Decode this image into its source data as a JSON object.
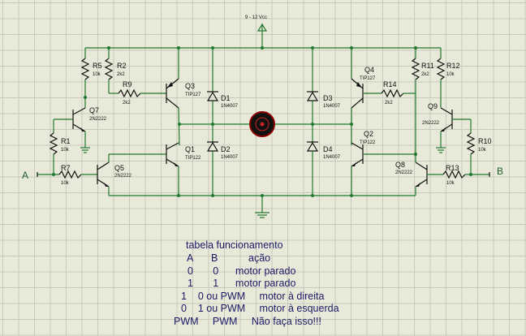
{
  "supply": {
    "label": "9 - 12 Vcc"
  },
  "inputs": {
    "a": "A",
    "b": "B"
  },
  "components": {
    "r5": {
      "name": "R5",
      "value": "10k"
    },
    "r2": {
      "name": "R2",
      "value": "2k2"
    },
    "r9": {
      "name": "R9",
      "value": "2k2"
    },
    "q3": {
      "name": "Q3",
      "part": "TIP127"
    },
    "d1": {
      "name": "D1",
      "part": "1N4007"
    },
    "q7": {
      "name": "Q7",
      "part": "2N2222"
    },
    "r1": {
      "name": "R1",
      "value": "10k"
    },
    "q1": {
      "name": "Q1",
      "part": "TIP122"
    },
    "d2": {
      "name": "D2",
      "part": "1N4007"
    },
    "r7": {
      "name": "R7",
      "value": "10k"
    },
    "q5": {
      "name": "Q5",
      "part": "2N2222"
    },
    "d3": {
      "name": "D3",
      "part": "1N4007"
    },
    "q4": {
      "name": "Q4",
      "part": "TIP127"
    },
    "r11": {
      "name": "R11",
      "value": "2k2"
    },
    "r12": {
      "name": "R12",
      "value": "10k"
    },
    "r14": {
      "name": "R14",
      "value": "2k2"
    },
    "q9": {
      "name": "Q9",
      "part": "2N2222"
    },
    "q2": {
      "name": "Q2",
      "part": "TIP122"
    },
    "d4": {
      "name": "D4",
      "part": "1N4007"
    },
    "r10": {
      "name": "R10",
      "value": "10k"
    },
    "q8": {
      "name": "Q8",
      "part": "2N2222"
    },
    "r13": {
      "name": "R13",
      "value": "10k"
    }
  },
  "table": {
    "title": "tabela funcionamento",
    "header": [
      "A",
      "B",
      "ação"
    ],
    "rows": [
      "0       0      motor parado",
      "1       1      motor parado",
      "1    0 ou PWM     motor à direita",
      "0    1 ou PWM     motor à esquerda",
      "PWM     PWM     Não faça isso!!!"
    ]
  }
}
